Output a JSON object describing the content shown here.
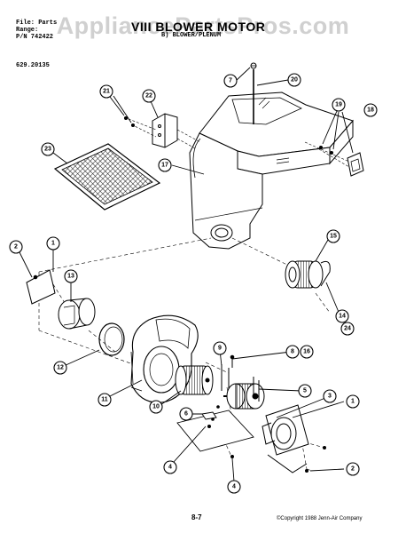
{
  "header": {
    "file_line": "File: Parts",
    "range_line": "Range:",
    "pn_line": "P/N 742422",
    "title": "VIII BLOWER MOTOR",
    "subtitle": "B) BLOWER/PLENUM",
    "part_number": "629.20135"
  },
  "watermark": "AppliancePartsPros.com",
  "footer": {
    "page_number": "8-7",
    "copyright": "©Copyright 1988 Jenn-Air Company"
  },
  "callouts": [
    {
      "label": "7"
    },
    {
      "label": "20"
    },
    {
      "label": "21"
    },
    {
      "label": "22"
    },
    {
      "label": "19"
    },
    {
      "label": "18"
    },
    {
      "label": "23"
    },
    {
      "label": "17"
    },
    {
      "label": "2"
    },
    {
      "label": "1"
    },
    {
      "label": "15"
    },
    {
      "label": "13"
    },
    {
      "label": "14"
    },
    {
      "label": "24"
    },
    {
      "label": "12"
    },
    {
      "label": "9"
    },
    {
      "label": "8"
    },
    {
      "label": "16"
    },
    {
      "label": "11"
    },
    {
      "label": "5"
    },
    {
      "label": "3"
    },
    {
      "label": "10"
    },
    {
      "label": "6"
    },
    {
      "label": "1"
    },
    {
      "label": "4"
    },
    {
      "label": "2"
    },
    {
      "label": "4"
    }
  ]
}
